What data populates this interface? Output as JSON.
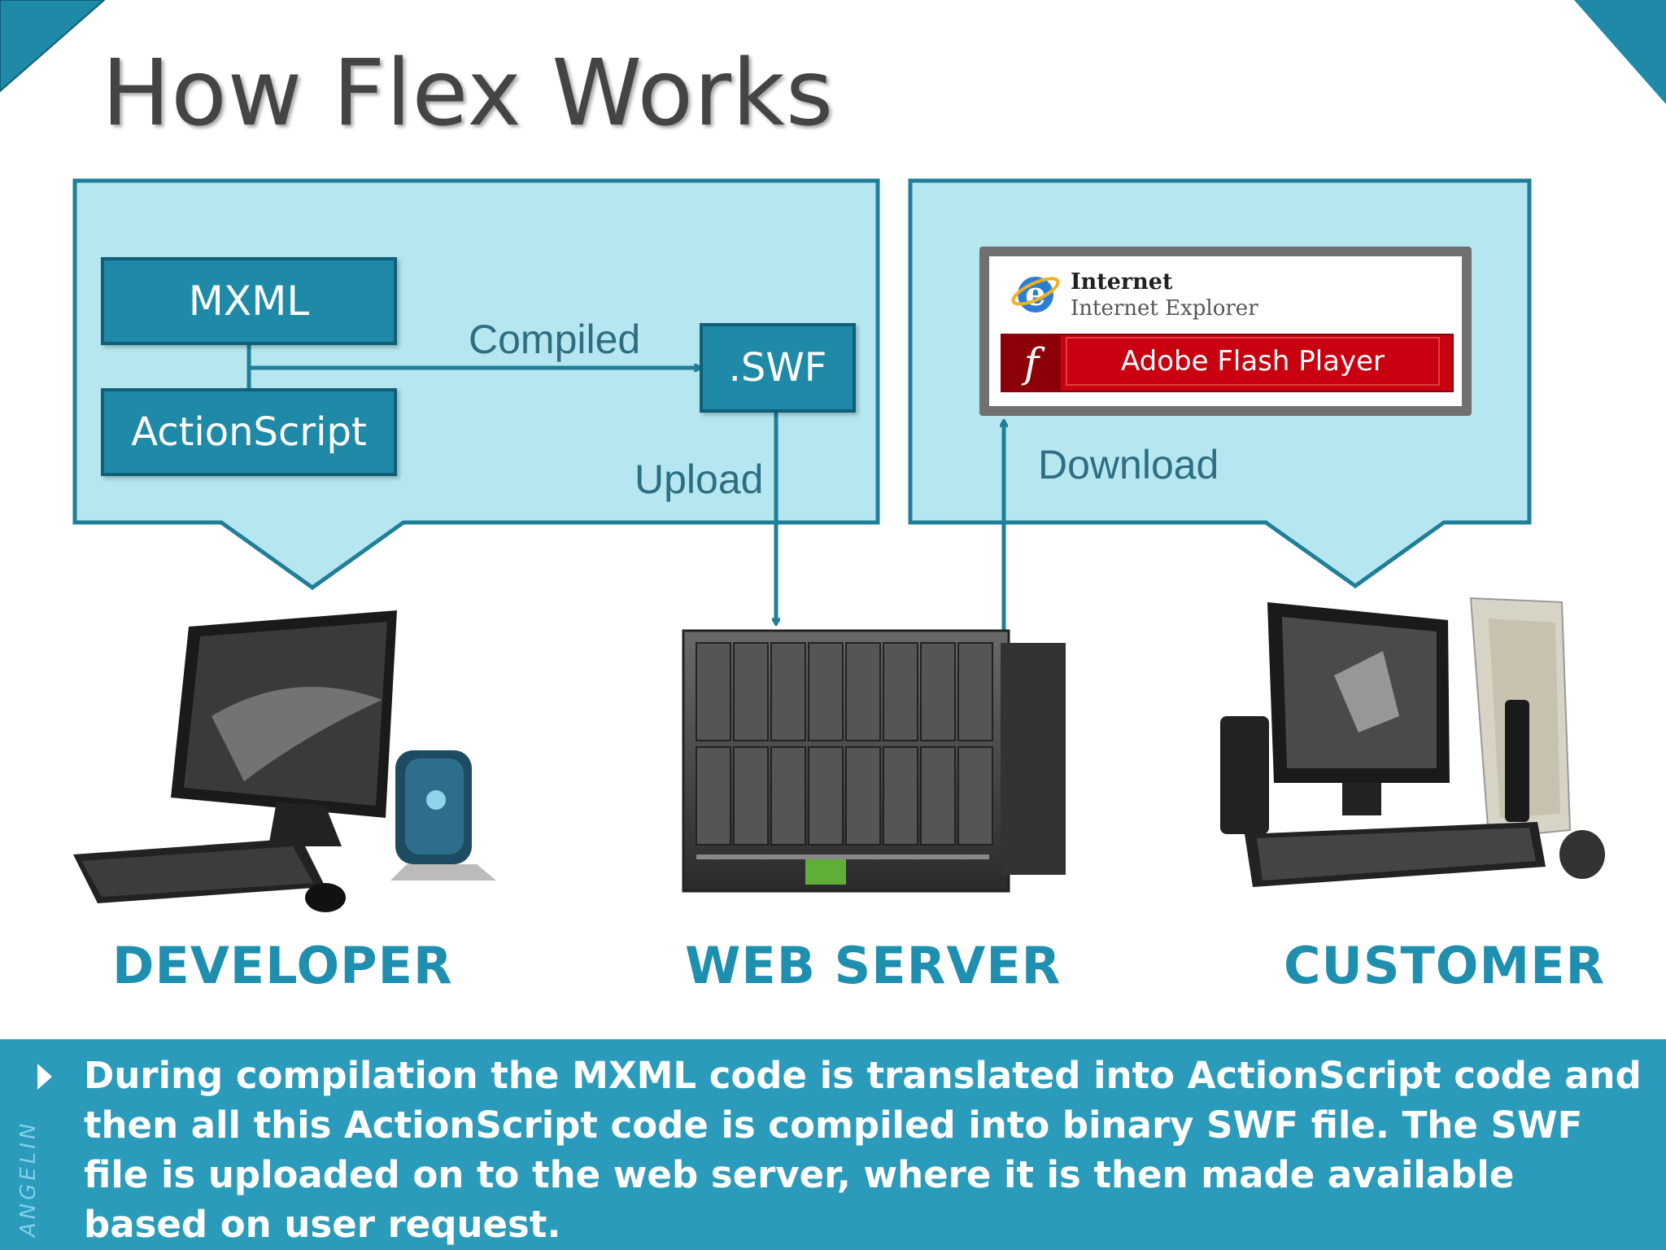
{
  "slide": {
    "title": "How Flex Works",
    "footer_text": "During compilation the MXML code is translated into ActionScript code and then all this ActionScript code is compiled into binary SWF file. The SWF file is uploaded on to the web server, where it is then made available based on user request.",
    "watermark": "ANGELIN"
  },
  "diagram": {
    "blocks": {
      "mxml": "MXML",
      "actionscript": "ActionScript",
      "swf": ".SWF"
    },
    "arrows": {
      "compiled": "Compiled",
      "upload": "Upload",
      "download": "Download"
    },
    "browser": {
      "ie_title": "Internet",
      "ie_subtitle": "Internet Explorer",
      "flash_label": "Adobe Flash Player",
      "flash_glyph": "f"
    },
    "captions": {
      "developer": "DEVELOPER",
      "web_server": "WEB SERVER",
      "customer": "CUSTOMER"
    }
  },
  "icons": {
    "bullet": "triangle-bullet-icon",
    "ie": "internet-explorer-icon",
    "flash": "flash-player-icon",
    "developer": "desktop-computer-icon",
    "server": "blade-server-icon",
    "customer": "pc-tower-icon"
  },
  "colors": {
    "accent": "#2a9bba",
    "panel_fill": "#b6e7f0",
    "panel_border": "#1f7f98",
    "block_fill": "#1f8aa8",
    "flash_red": "#c8000f",
    "caption_blue": "#1f8fb0"
  }
}
